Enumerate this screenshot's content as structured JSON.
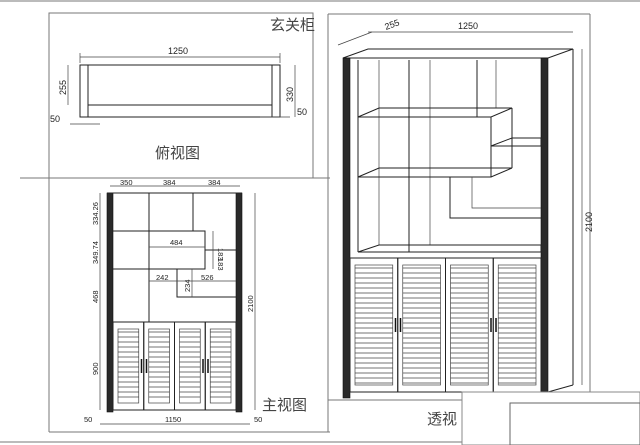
{
  "title": "玄关柜",
  "top_view": {
    "caption": "俯视图",
    "dims": {
      "width": "1250",
      "depth_inner": "255",
      "depth_outer": "330",
      "left_offset": "50",
      "right_offset": "50"
    }
  },
  "front_view": {
    "caption": "主视图",
    "dims": {
      "col1": "350",
      "col2": "384",
      "col3": "384",
      "row1": "334.26",
      "row2": "349.74",
      "row3": "468",
      "doors": "900",
      "height": "2100",
      "box_width": "484",
      "box_h1": "183",
      "box_h2": "183",
      "lower_left": "242",
      "lower_h": "234",
      "lower_right": "526",
      "bottom_left": "50",
      "bottom_width": "1150",
      "bottom_right": "50"
    },
    "door_count": 4
  },
  "perspective_view": {
    "caption": "透视",
    "dims": {
      "depth": "255",
      "width": "1250",
      "height": "2100"
    },
    "door_count": 4
  }
}
